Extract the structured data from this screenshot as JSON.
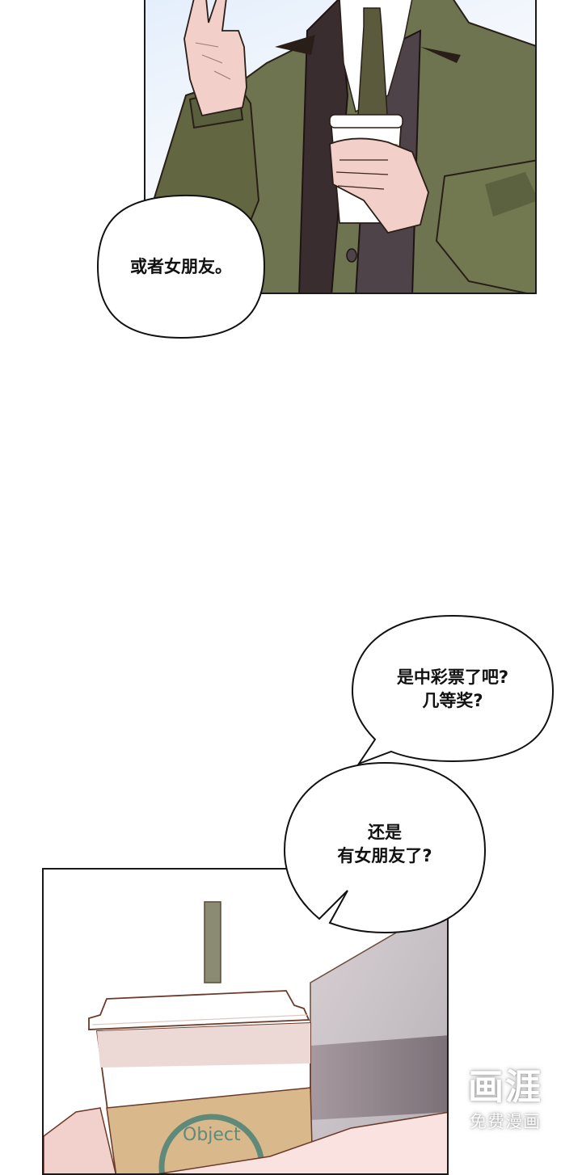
{
  "page": {
    "type": "webtoon-page",
    "background": "#ffffff"
  },
  "panels": [
    {
      "id": "panel-1",
      "description": "Man in olive-green jacket with dark tie making a V sign, holding a white coffee cup",
      "colors": {
        "sky": "#e4eefb",
        "jacket": "#6f7450",
        "jacket_shadow": "#555a3a",
        "shirt": "#ffffff",
        "tie": "#5b5a3c",
        "skin": "#f2cfc8",
        "vest": "#4a4044"
      }
    },
    {
      "id": "panel-2",
      "description": "Close-up of a hand holding a takeaway coffee cup with a straw and a tan sleeve printed 'Object'",
      "colors": {
        "cup": "#ffffff",
        "sleeve": "#d9b98c",
        "logo": "#5f8a7a",
        "straw": "#8b8a73",
        "skin": "#f7dcd8",
        "background_grey": "#b9b3b8"
      },
      "cup_sleeve_text": "Object"
    }
  ],
  "bubbles": [
    {
      "id": "bubble-1",
      "lines": [
        "或者女朋友。"
      ]
    },
    {
      "id": "bubble-2",
      "lines": [
        "是中彩票了吧?",
        "几等奖?"
      ]
    },
    {
      "id": "bubble-3",
      "lines": [
        "还是",
        "有女朋友了?"
      ]
    }
  ],
  "watermark": {
    "logo": "画涯",
    "subtitle": "免费漫画"
  }
}
